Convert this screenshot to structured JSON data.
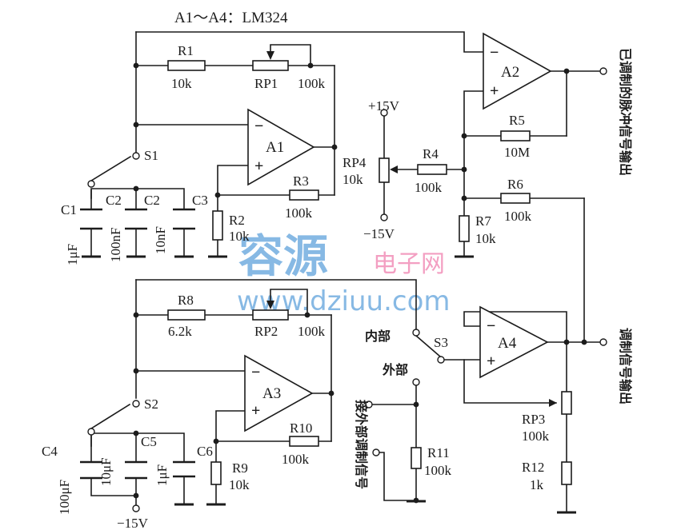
{
  "header": {
    "chip_note": "A1～A4：LM324"
  },
  "amplifiers": [
    "A1",
    "A2",
    "A3",
    "A4"
  ],
  "resistors": {
    "r1": "R1",
    "r1_val": "10k",
    "rp1": "RP1",
    "rp1_val": "100k",
    "r2": "R2",
    "r2_val": "10k",
    "r3": "R3",
    "r3_val": "100k",
    "rp4": "RP4",
    "rp4_val": "10k",
    "r4": "R4",
    "r4_val": "100k",
    "r5": "R5",
    "r5_val": "10M",
    "r6": "R6",
    "r6_val": "100k",
    "r7": "R7",
    "r7_val": "10k",
    "r8": "R8",
    "r8_val": "6.2k",
    "rp2": "RP2",
    "rp2_val": "100k",
    "r9": "R9",
    "r9_val": "10k",
    "r10": "R10",
    "r10_val": "100k",
    "r11": "R11",
    "r11_val": "100k",
    "rp3": "RP3",
    "rp3_val": "100k",
    "r12": "R12",
    "r12_val": "1k"
  },
  "capacitors": {
    "c1": "C1",
    "c1_val": "1μF",
    "c2": "C2",
    "c2_val": "100nF",
    "c2b_val": "10nF",
    "c3": "C3",
    "c4": "C4",
    "c4_val": "100μF",
    "c5": "C5",
    "c5_val": "10μF",
    "c5b_val": "1μF",
    "c6": "C6"
  },
  "switches": {
    "s1": "S1",
    "s2": "S2",
    "s3": "S3"
  },
  "supplies": {
    "pos15": "+15V",
    "neg15_top": "−15V",
    "neg15_bottom": "−15V"
  },
  "signs": {
    "minus": "−",
    "plus": "+"
  },
  "labels": {
    "internal": "内部",
    "external": "外部",
    "ext_input": "接外部调制信号",
    "output_pulse": "已调制的脉冲信号输出",
    "output_mod": "调制信号输出"
  },
  "watermark": {
    "cn": "容源",
    "sub": "电子网",
    "url": "www.dziuu.com"
  }
}
